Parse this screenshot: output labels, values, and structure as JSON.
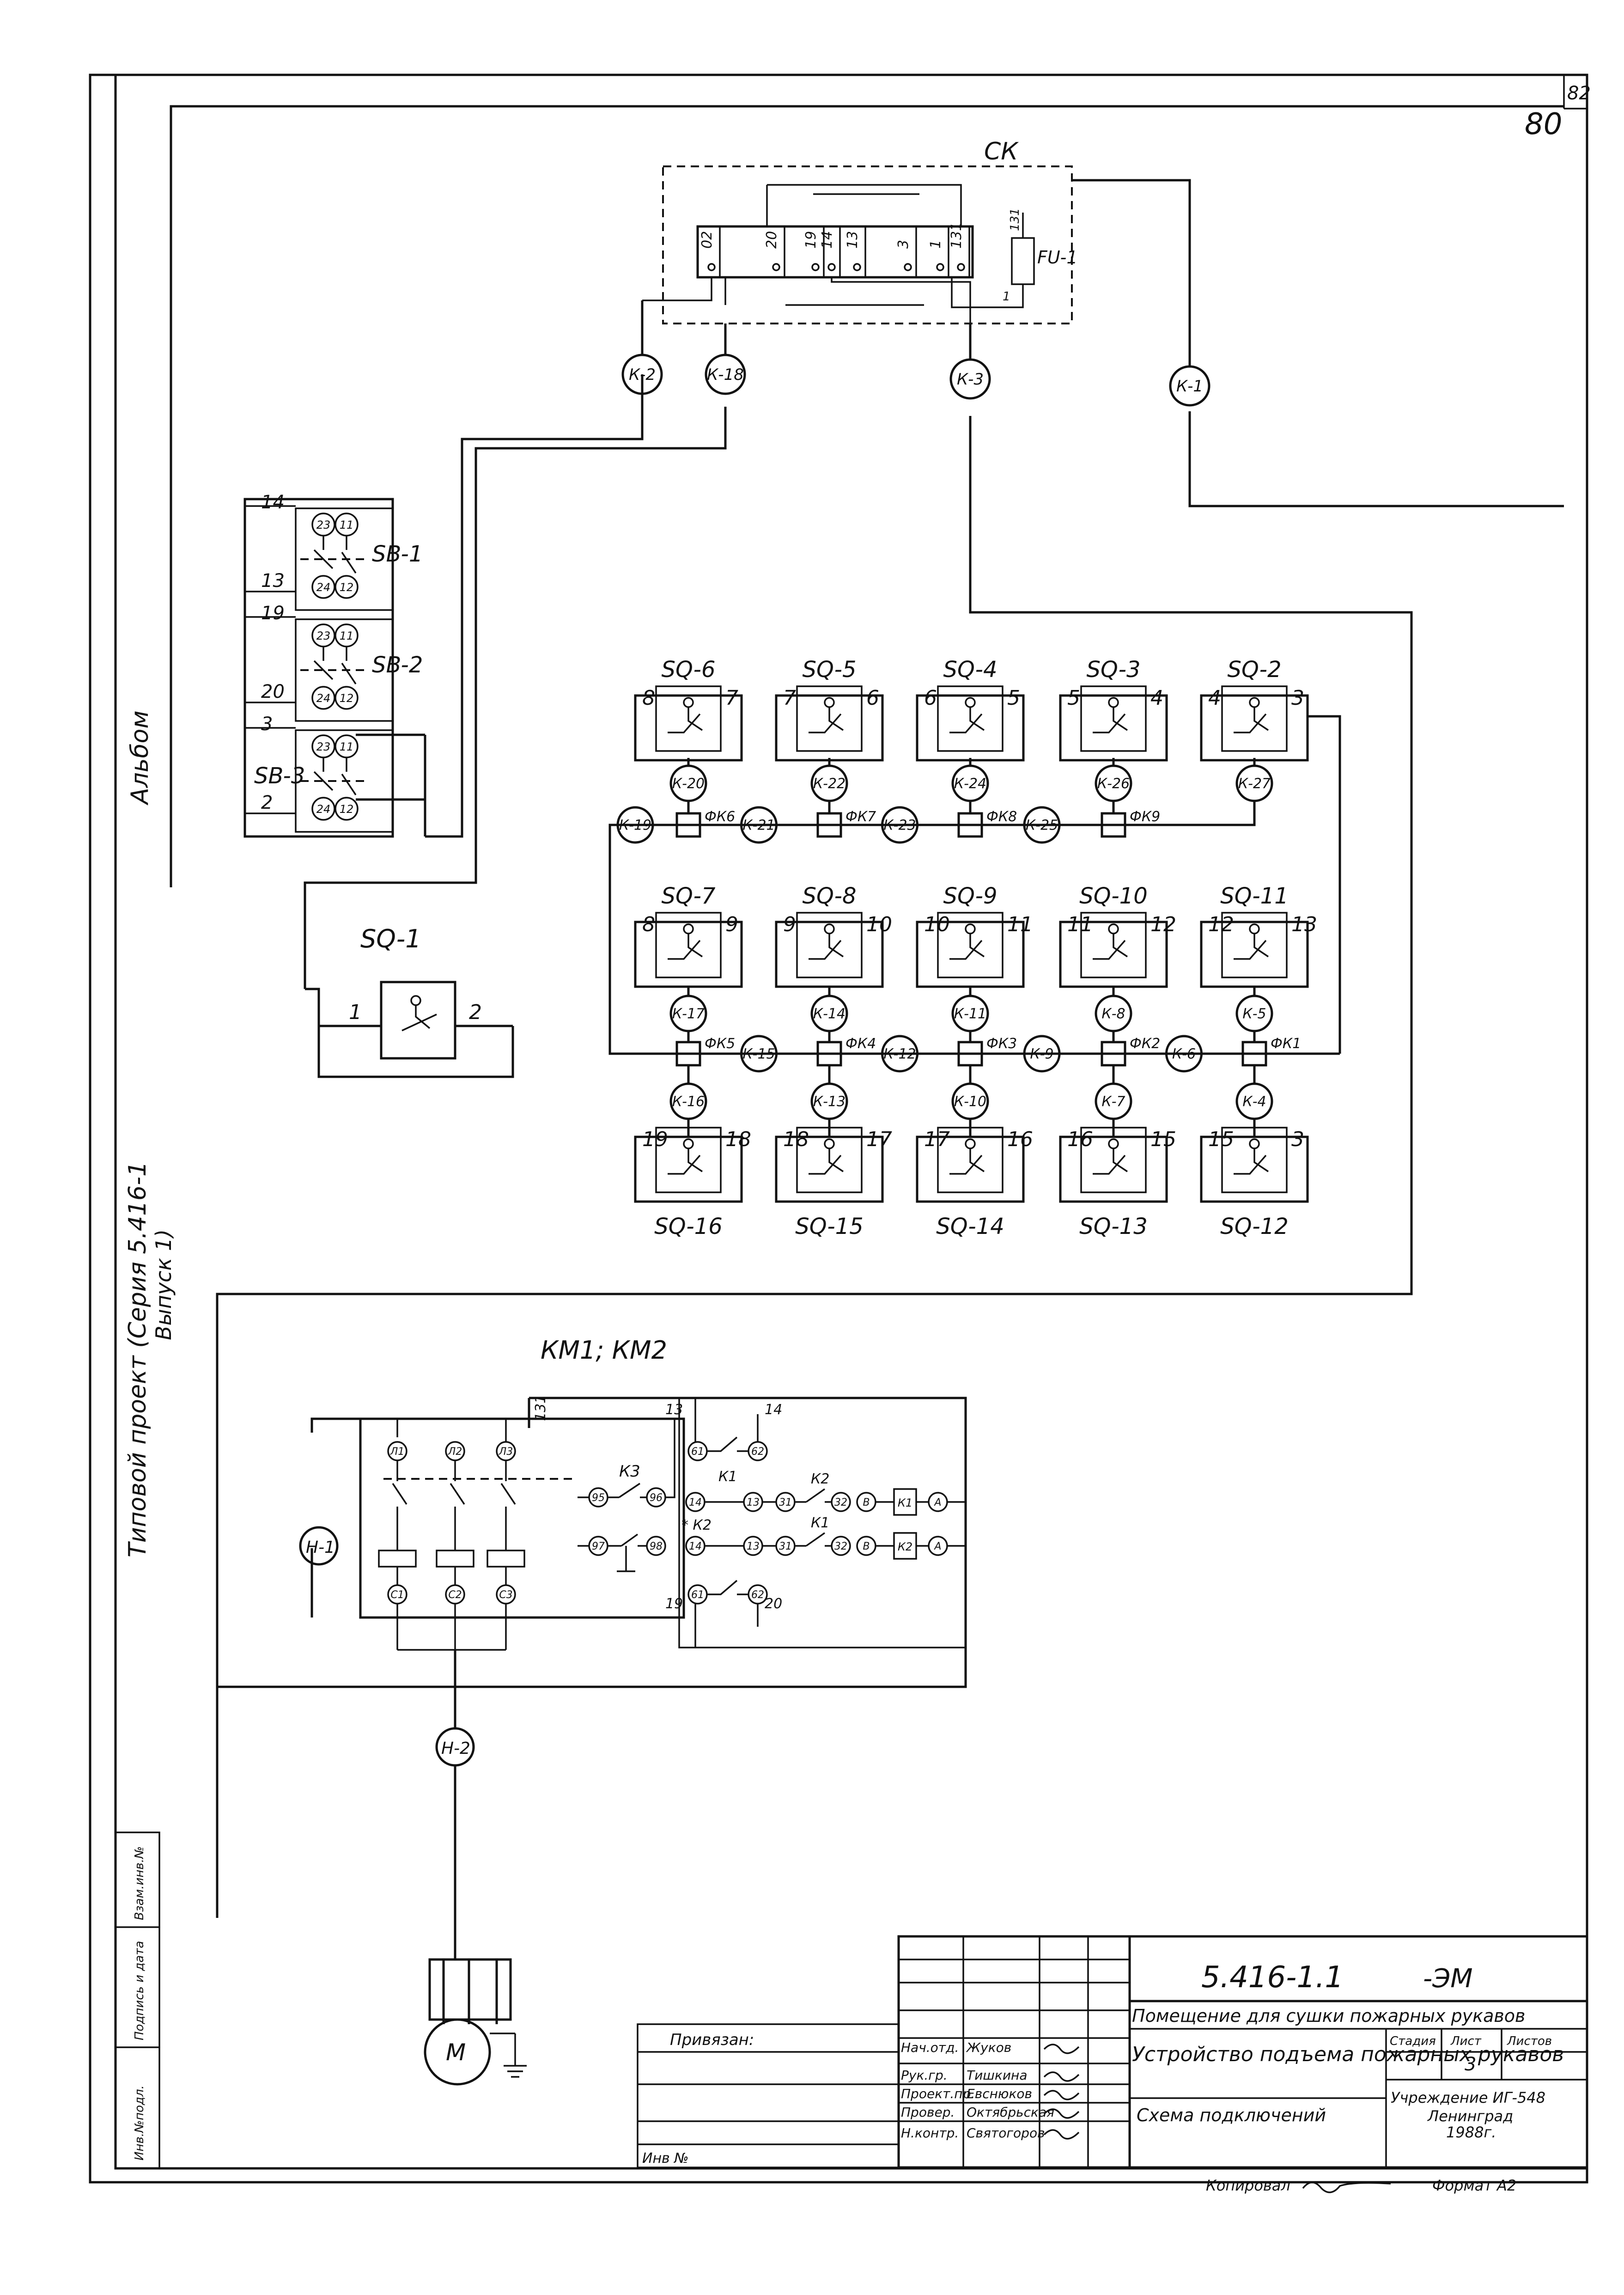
{
  "page_number": "80",
  "page_number_secondary": "82",
  "side_labels": {
    "album": "Альбом",
    "series": "Типовой проект (Серия 5.416-1",
    "issue": "Выпуск 1)"
  },
  "left_strip": [
    "Инв.№подл.",
    "Подпись и дата",
    "Взам.инв.№"
  ],
  "ck": {
    "title": "СК",
    "terminals": [
      "02",
      "20",
      "19",
      "14",
      "13",
      "3",
      "1",
      "131"
    ],
    "fuse": "FU-1",
    "fuse_wire_a": "131",
    "fuse_wire_b": "1"
  },
  "cables_top": [
    "К-2",
    "К-18",
    "К-3",
    "К-1"
  ],
  "sb": {
    "units": [
      {
        "label": "SB-1",
        "wire_top": "14",
        "wire_bot": "13",
        "contacts": [
          "23",
          "11",
          "24",
          "12"
        ]
      },
      {
        "label": "SB-2",
        "wire_top": "19",
        "wire_bot": "20",
        "contacts": [
          "23",
          "11",
          "24",
          "12"
        ]
      },
      {
        "label": "SB-3",
        "wire_top": "3",
        "wire_bot": "2",
        "contacts": [
          "23",
          "11",
          "24",
          "12"
        ]
      }
    ]
  },
  "sq1": {
    "label": "SQ-1",
    "left": "1",
    "right": "2"
  },
  "sq_row1": [
    {
      "label": "SQ-6",
      "l": "8",
      "r": "7",
      "cable": "К-20"
    },
    {
      "label": "SQ-5",
      "l": "7",
      "r": "6",
      "cable": "К-22"
    },
    {
      "label": "SQ-4",
      "l": "6",
      "r": "5",
      "cable": "К-24"
    },
    {
      "label": "SQ-3",
      "l": "5",
      "r": "4",
      "cable": "К-26"
    },
    {
      "label": "SQ-2",
      "l": "4",
      "r": "3",
      "cable": "К-27"
    }
  ],
  "bus1": {
    "left_cable": "К-19",
    "boxes": [
      "ФК6",
      "ФК7",
      "ФК8",
      "ФК9"
    ],
    "links": [
      "К-21",
      "К-23",
      "К-25"
    ]
  },
  "sq_row2": [
    {
      "label": "SQ-7",
      "l": "8",
      "r": "9",
      "cable": "К-17"
    },
    {
      "label": "SQ-8",
      "l": "9",
      "r": "10",
      "cable": "К-14"
    },
    {
      "label": "SQ-9",
      "l": "10",
      "r": "11",
      "cable": "К-11"
    },
    {
      "label": "SQ-10",
      "l": "11",
      "r": "12",
      "cable": "К-8"
    },
    {
      "label": "SQ-11",
      "l": "12",
      "r": "13",
      "cable": "К-5"
    }
  ],
  "bus2": {
    "boxes": [
      "ФК5",
      "ФК4",
      "ФК3",
      "ФК2",
      "ФК1"
    ],
    "links": [
      "К-15",
      "К-12",
      "К-9",
      "К-6"
    ]
  },
  "sq_row3": [
    {
      "label": "SQ-16",
      "l": "19",
      "r": "18",
      "cable": "К-16"
    },
    {
      "label": "SQ-15",
      "l": "18",
      "r": "17",
      "cable": "К-13"
    },
    {
      "label": "SQ-14",
      "l": "17",
      "r": "16",
      "cable": "К-10"
    },
    {
      "label": "SQ-13",
      "l": "16",
      "r": "15",
      "cable": "К-7"
    },
    {
      "label": "SQ-12",
      "l": "15",
      "r": "3",
      "cable": "К-4"
    }
  ],
  "km": {
    "title": "КМ1; КМ2",
    "wires": [
      "131",
      "13",
      "14",
      "19",
      "20"
    ],
    "h1": "Н-1",
    "h2": "Н-2",
    "phases_top": [
      "Л1",
      "Л2",
      "Л3"
    ],
    "phases_bot": [
      "С1",
      "С2",
      "С3"
    ],
    "k3": "К3",
    "k3_contacts": [
      "95",
      "96",
      "97",
      "98"
    ],
    "k1_label": "К1",
    "k2_label": "К2",
    "upper_row": [
      "61",
      "62",
      "14",
      "13",
      "31",
      "32",
      "В",
      "К1",
      "А"
    ],
    "lower_row": [
      "14",
      "13",
      "31",
      "32",
      "В",
      "К2",
      "А",
      "61",
      "62"
    ],
    "motor": "М"
  },
  "title_block": {
    "code": "5.416-1.1",
    "suffix": "-ЭМ",
    "subject": "Помещение для сушки пожарных рукавов",
    "object": "Устройство подъема пожарных рукавов",
    "sheet_name": "Схема подключений",
    "stage_h": "Стадия",
    "sheet_h": "Лист",
    "sheets_h": "Листов",
    "sheet_no": "3",
    "org": "Учреждение ИГ-548",
    "city": "Ленинград",
    "year": "1988г.",
    "bound": "Привязан:",
    "inv": "Инв №",
    "copied": "Копировал",
    "format": "Формат А2",
    "staff": [
      {
        "role": "Нач.отд.",
        "name": "Жуков"
      },
      {
        "role": "Рук.гр.",
        "name": "Тишкина"
      },
      {
        "role": "Проект.пр.",
        "name": "Евснюков"
      },
      {
        "role": "Провер.",
        "name": "Октябрьская"
      },
      {
        "role": "Н.контр.",
        "name": "Святогоров"
      }
    ]
  }
}
